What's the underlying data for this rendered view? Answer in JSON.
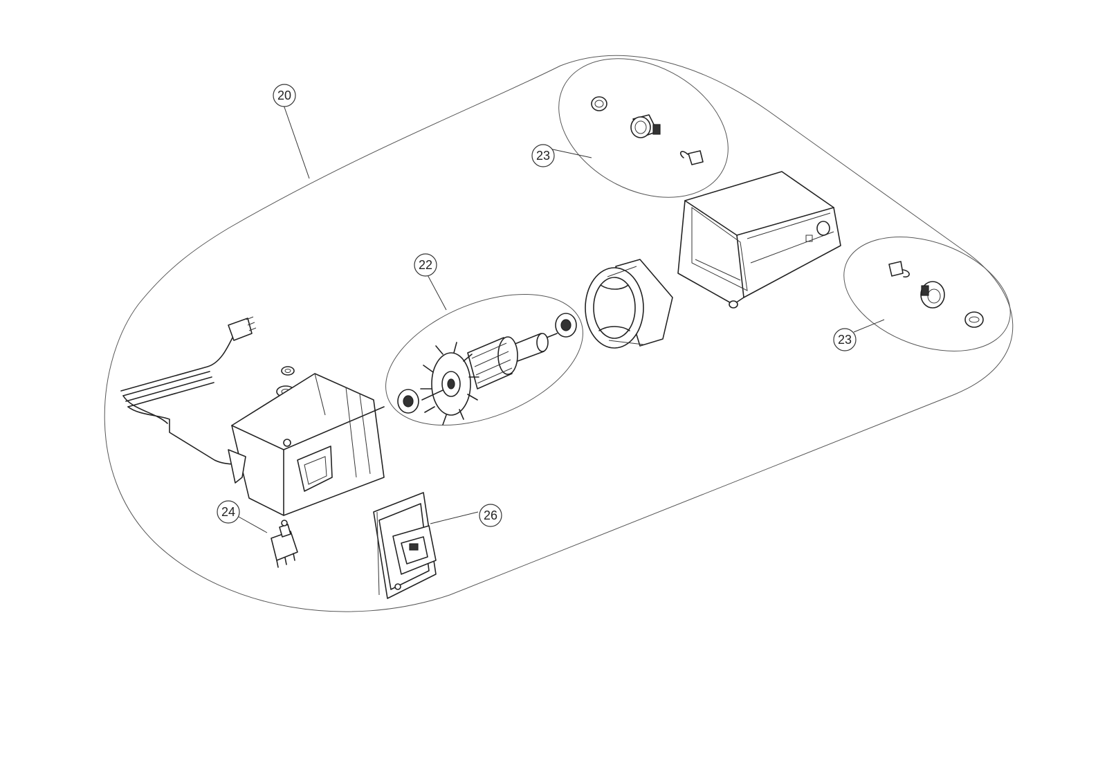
{
  "callouts": {
    "c20": "20",
    "c23_top": "23",
    "c22": "22",
    "c23_right": "23",
    "c24": "24",
    "c26": "26"
  }
}
